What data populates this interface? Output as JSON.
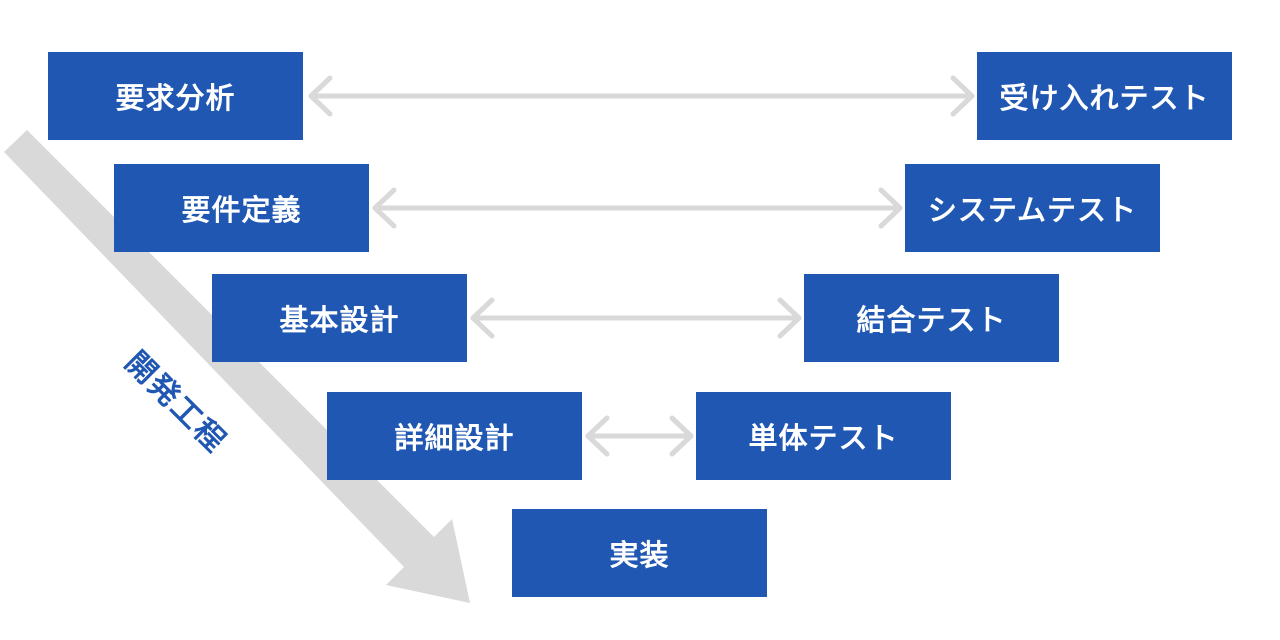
{
  "colors": {
    "box_fill": "#1f57b3",
    "box_text": "#ffffff",
    "connector": "#d9d9d9",
    "process_arrow": "#d9d9d9",
    "process_label": "#1f57b3"
  },
  "left_side": [
    "要求分析",
    "要件定義",
    "基本設計",
    "詳細設計"
  ],
  "right_side": [
    "受け入れテスト",
    "システムテスト",
    "結合テスト",
    "単体テスト"
  ],
  "bottom": "実装",
  "process_label": "開発工程",
  "connectors": [
    {
      "from": "要求分析",
      "to": "受け入れテスト",
      "style": "double-arrow"
    },
    {
      "from": "要件定義",
      "to": "システムテスト",
      "style": "double-arrow"
    },
    {
      "from": "基本設計",
      "to": "結合テスト",
      "style": "double-arrow"
    },
    {
      "from": "詳細設計",
      "to": "単体テスト",
      "style": "double-arrow"
    }
  ]
}
